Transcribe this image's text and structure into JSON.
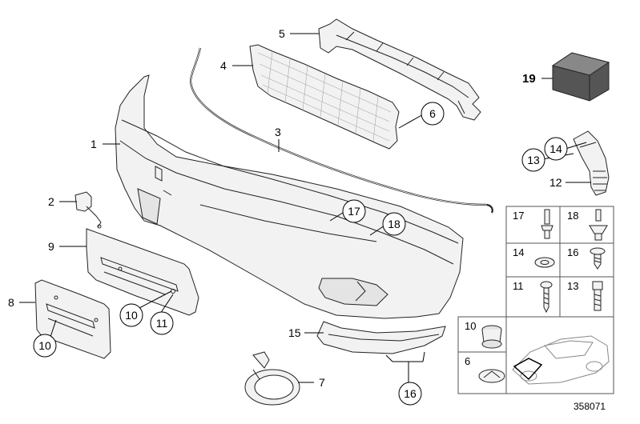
{
  "diagram": {
    "callouts": {
      "c1": "1",
      "c2": "2",
      "c3": "3",
      "c4": "4",
      "c5": "5",
      "c6": "6",
      "c7": "7",
      "c8": "8",
      "c9": "9",
      "c10a": "10",
      "c10b": "10",
      "c11": "11",
      "c12": "12",
      "c13": "13",
      "c14": "14",
      "c15": "15",
      "c16": "16",
      "c17": "17",
      "c18": "18",
      "c19": "19"
    },
    "fasteners_table": {
      "cells": {
        "t17": "17",
        "t18": "18",
        "t14": "14",
        "t16": "16",
        "t11": "11",
        "t13": "13",
        "t10": "10",
        "t6": "6"
      }
    },
    "drawing_number": "358071"
  }
}
